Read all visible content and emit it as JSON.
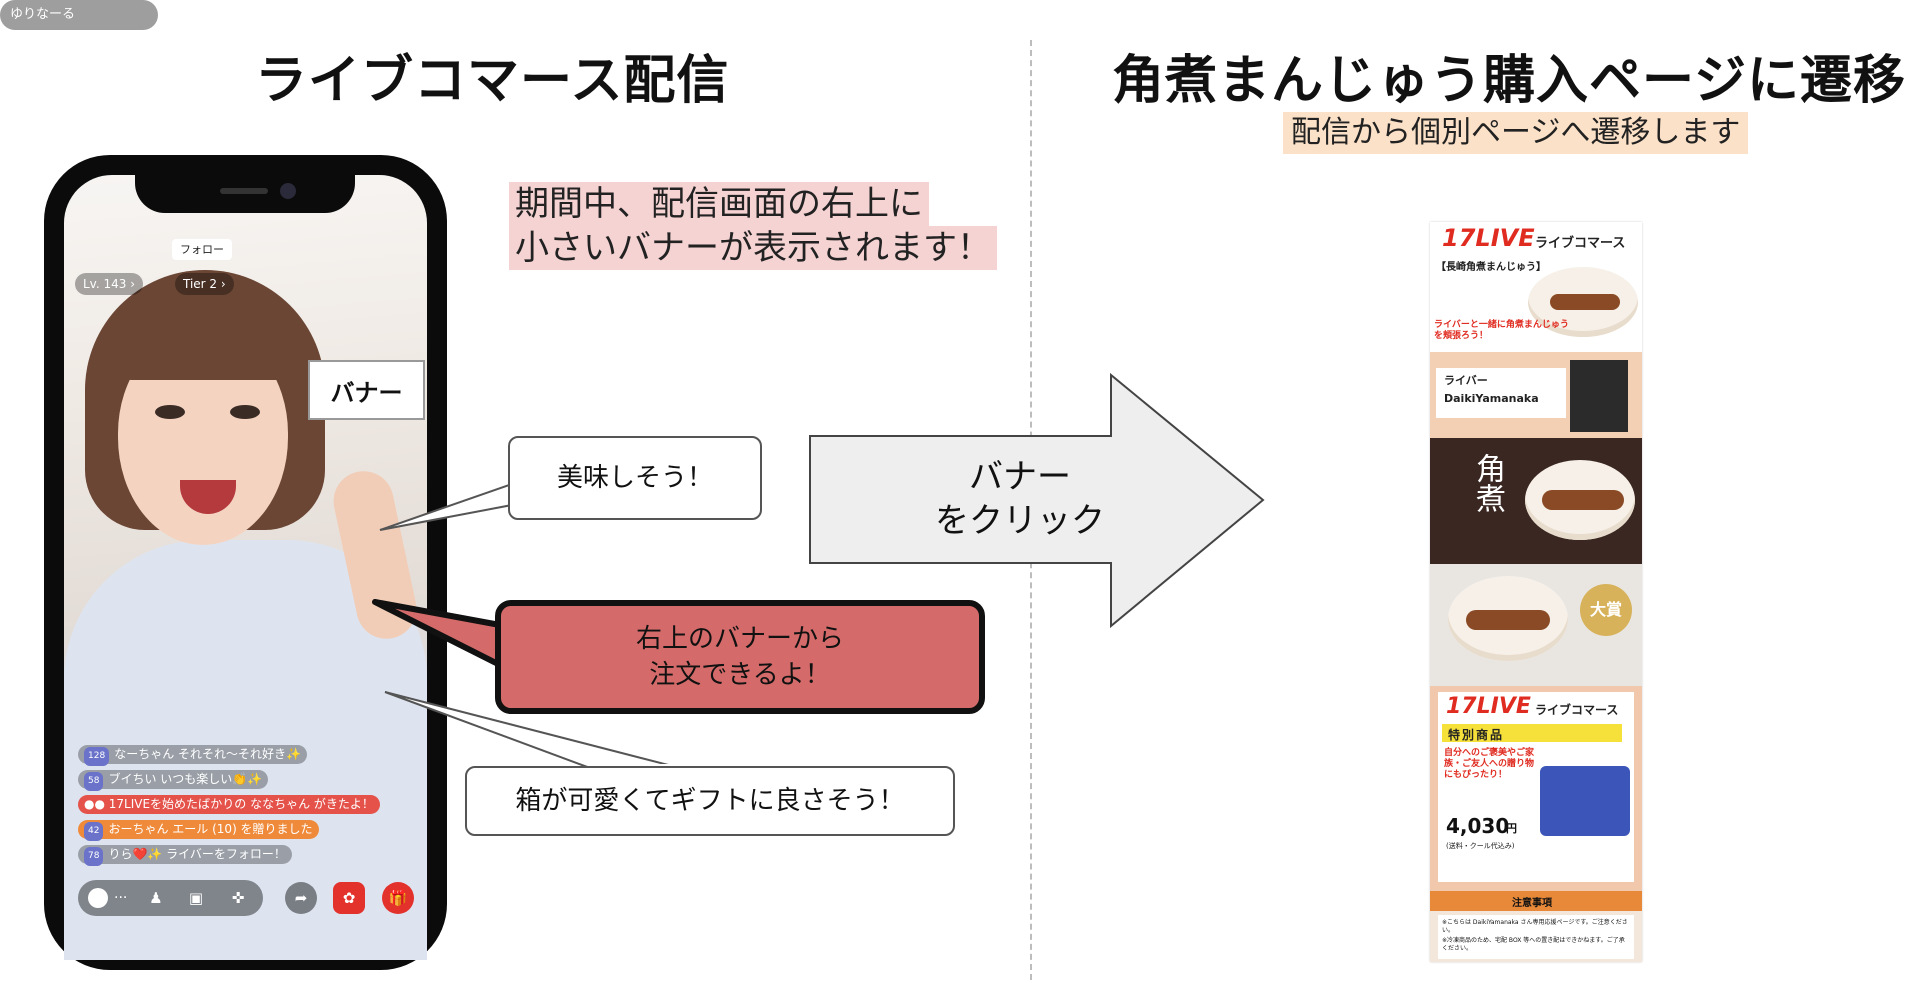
{
  "left_panel": {
    "title": "ライブコマース配信",
    "note_line1": "期間中、配信画面の右上に",
    "note_line2": "小さいバナーが表示されます！"
  },
  "right_panel": {
    "title": "角煮まんじゅう購入ページに遷移",
    "subtitle": "配信から個別ページへ遷移します"
  },
  "phone": {
    "streamer_name": "ゆりなーる",
    "follow_label": "フォロー",
    "level": "Lv. 143",
    "tier": "Tier 2",
    "banner_label": "バナー",
    "comments": [
      {
        "badge": "128",
        "user": "なーちゃん",
        "text": "それそれ〜それ好き✨"
      },
      {
        "badge": "58",
        "user": "ブイちい",
        "text": "いつも楽しい👏✨"
      },
      {
        "badge": "",
        "user": "",
        "text": "17LIVEを始めたばかりの ななちゃん がきたよ！"
      },
      {
        "badge": "42",
        "user": "おーちゃん",
        "text": "エール (10) を贈りました"
      },
      {
        "badge": "78",
        "user": "りら❤️✨",
        "text": "ライバーをフォロー！"
      }
    ],
    "bottom_icons": [
      "chat-icon",
      "user-icon",
      "bag-icon",
      "game-icon",
      "share-icon",
      "bear-icon",
      "gift-icon"
    ],
    "chat_placeholder": "..."
  },
  "bubbles": {
    "b1": "美味しそう！",
    "b2_line1": "右上のバナーから",
    "b2_line2": "注文できるよ！",
    "b3": "箱が可愛くてギフトに良さそう！"
  },
  "arrow": {
    "line1": "バナー",
    "line2": "をクリック"
  },
  "commerce_page": {
    "logo": "17LIVE",
    "header_label": "ライブコマース",
    "product_title": "【長崎角煮まんじゅう】",
    "catch": "ライバーと一緒に角煮まんじゅうを頬張ろう！",
    "liver_label": "ライバー",
    "liver_name": "DaikiYamanaka",
    "kakuni_text": "角煮",
    "award_text": "大賞",
    "special_label": "特別商品",
    "gift_copy": "自分へのご褒美やご家族・ご友人への贈り物にもぴったり！",
    "price": "4,030",
    "price_unit": "円",
    "price_note": "(送料・クール代込み)",
    "notice_title": "注意事項",
    "notice_1": "※こちらは DaikiYamanaka さん専用応援ページです。ご注意ください。",
    "notice_2": "※冷凍商品のため、宅配 BOX 等への置き配はできかねます。ご了承ください。"
  },
  "colors": {
    "note_bg": "#f5d3d3",
    "subtitle_bg": "#fbe1c8",
    "bubble_red": "#d46b6a",
    "arrow_fill": "#eeeeee",
    "logo_red": "#e02b20"
  }
}
